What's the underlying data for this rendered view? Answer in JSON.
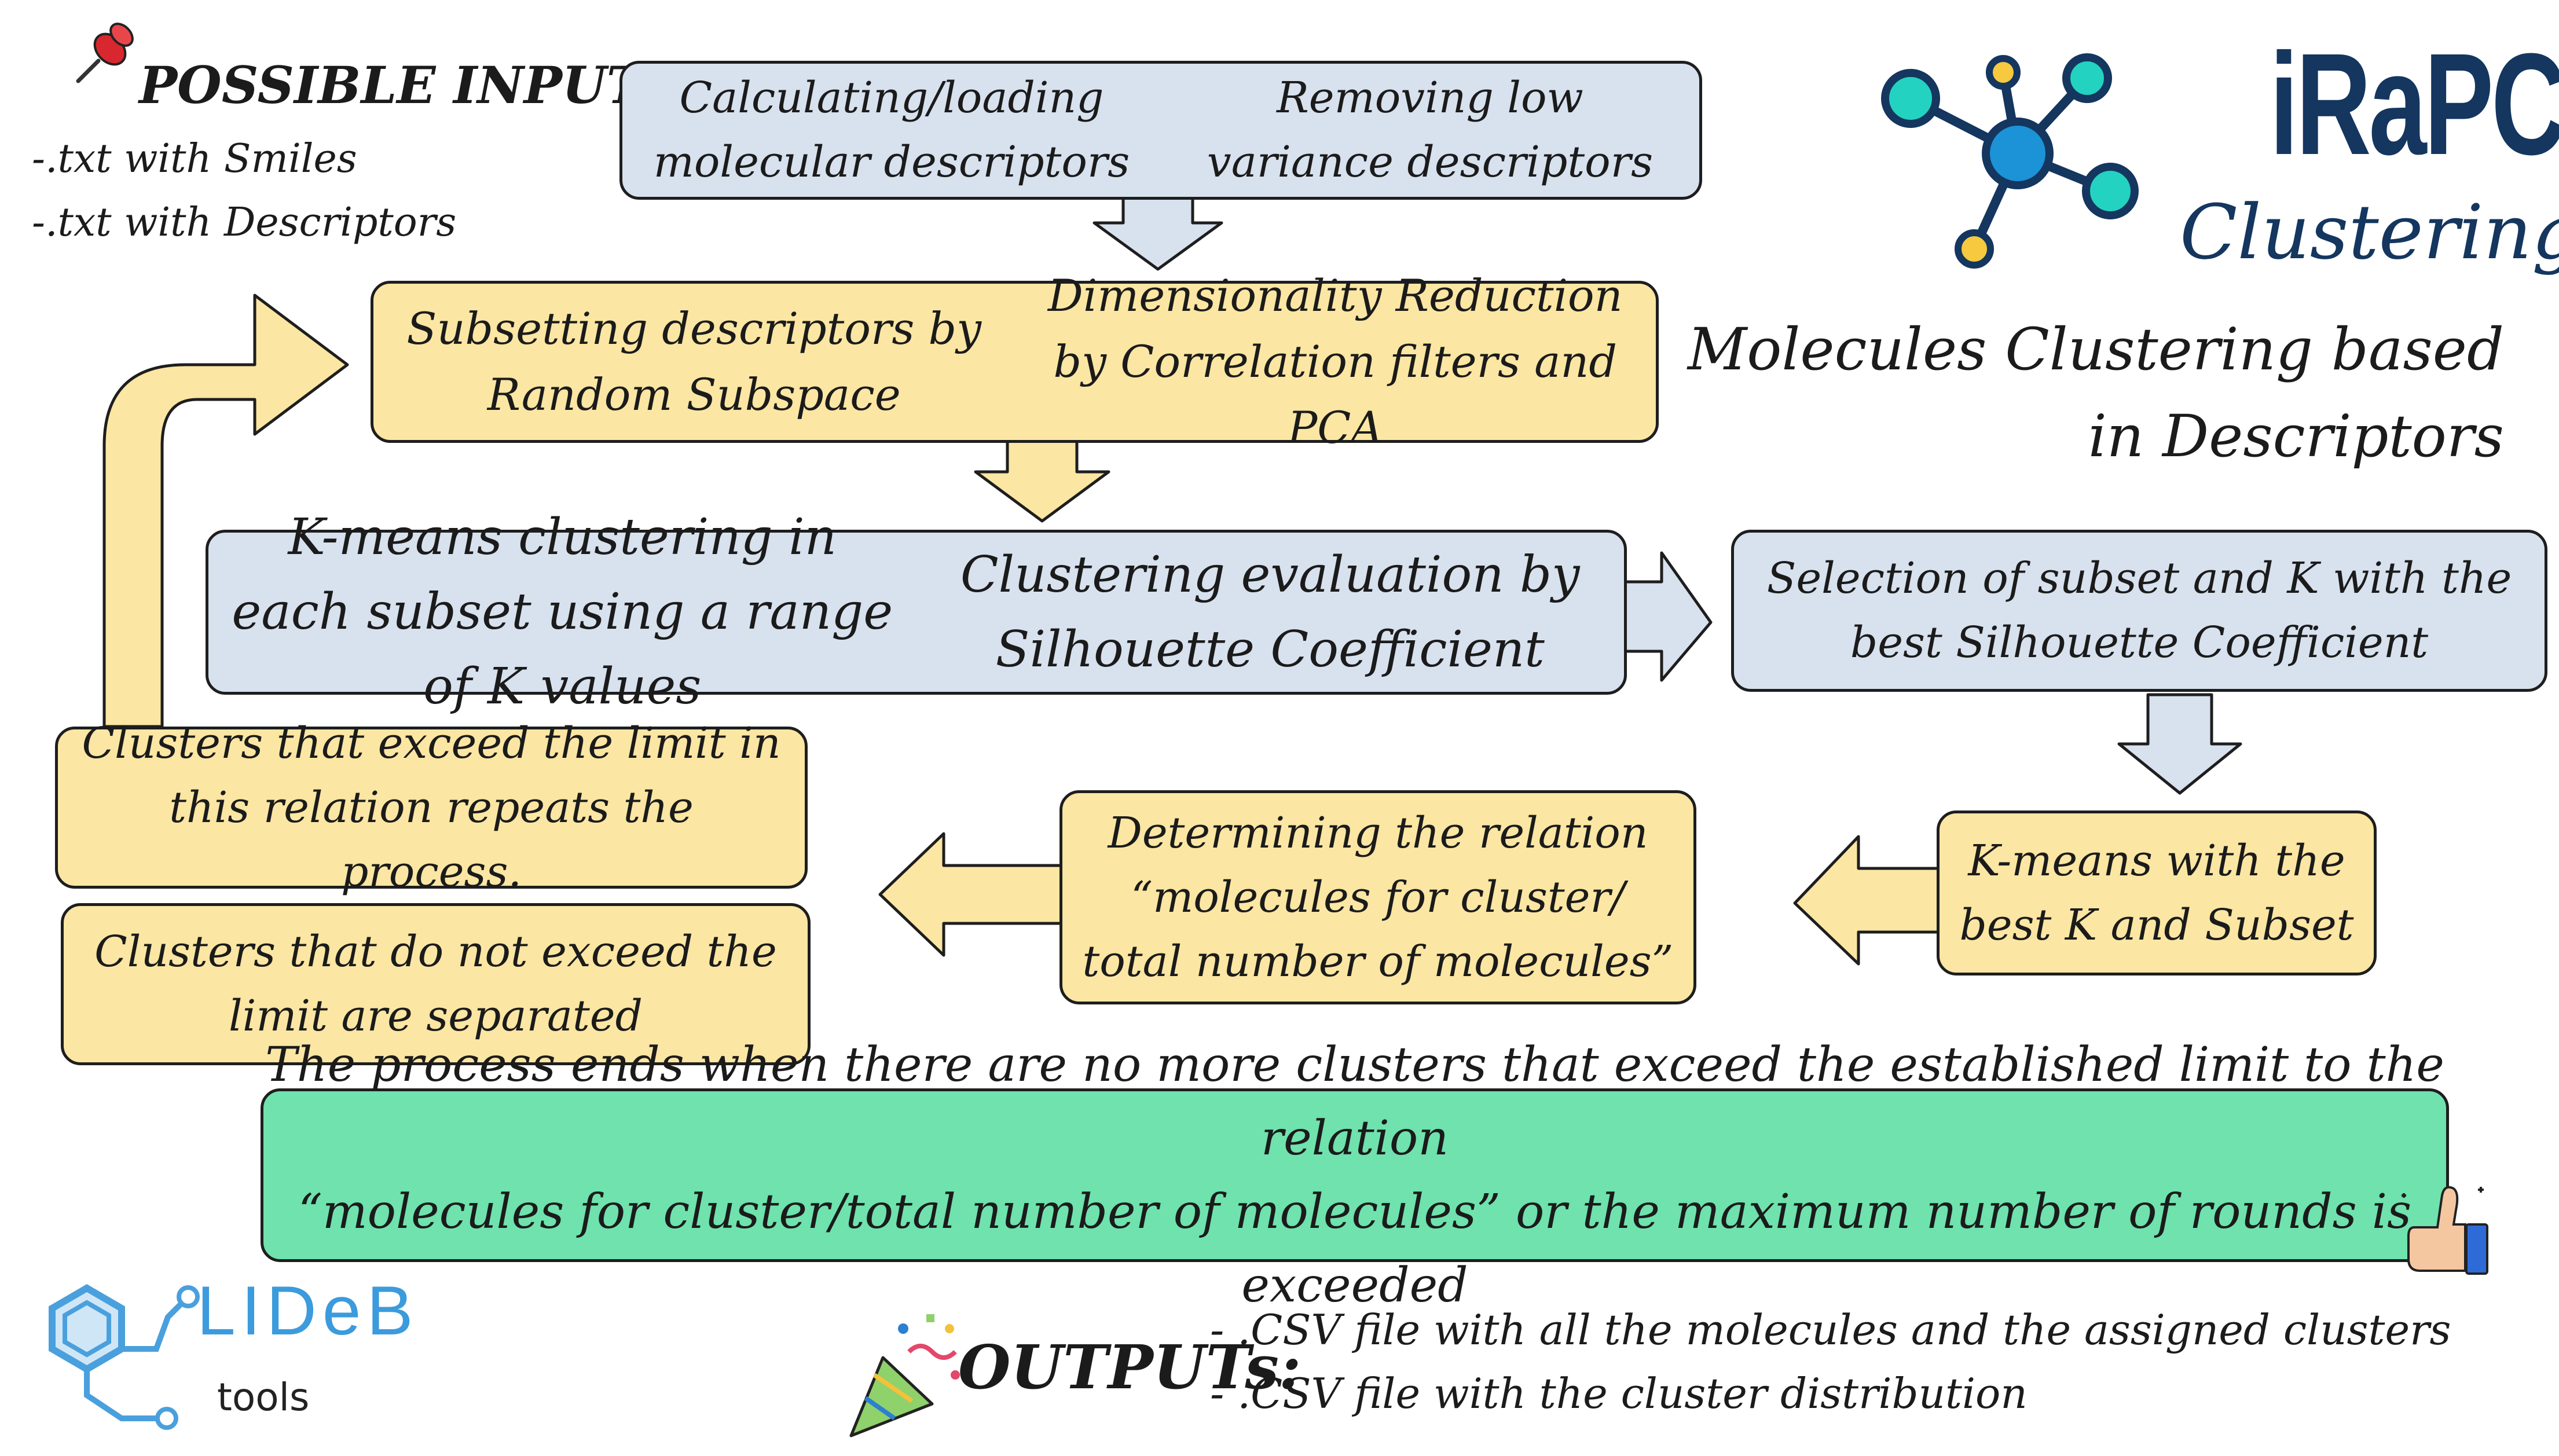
{
  "inputs": {
    "title": "POSSIBLE INPUTs:",
    "items": [
      "-.txt with Smiles",
      "-.txt with Descriptors"
    ]
  },
  "steps": {
    "calc_loading": "Calculating/loading molecular descriptors",
    "remove_low_variance": "Removing low variance descriptors",
    "subset_random": "Subsetting descriptors by Random Subspace",
    "dim_reduction": "Dimensionality Reduction by Correlation filters and PCA",
    "kmeans_range": "K-means clustering in each subset using a range of K values",
    "silhouette_eval": "Clustering evaluation by Silhouette Coefficient",
    "selection_best": "Selection of subset and K with the best Silhouette Coefficient",
    "kmeans_best": "K-means with the best K and Subset",
    "relation": "Determining the relation “molecules for cluster/ total number of molecules”",
    "exceed": "Clusters that exceed the limit in this relation repeats the process.",
    "not_exceed": "Clusters that do not exceed the limit are separated"
  },
  "end_note": {
    "line1": "The process ends when there are no more clusters that exceed the established limit to the relation",
    "line2": "“molecules for cluster/total number of molecules” or the maximum number of rounds is exceeded"
  },
  "brand": {
    "name": "iRaPCA",
    "subtitle": "Clustering",
    "tagline_1": "Molecules Clustering based",
    "tagline_2": "in Descriptors"
  },
  "lideb": {
    "name": "LIDeB",
    "sub": "tools"
  },
  "outputs": {
    "title": "OUTPUTs:",
    "items": [
      "- .CSV file with all the molecules and the assigned clusters",
      "- .CSV file with the cluster distribution"
    ]
  },
  "colors": {
    "blue_box": "#d8e1ee",
    "yellow_box": "#fbe6a3",
    "green_box": "#6fe2ae",
    "brand_navy": "#14365f",
    "node_teal": "#23d2c0",
    "node_blue": "#1b93d6",
    "node_yellow": "#f6c93e",
    "pin_red": "#d8272e"
  },
  "icons": [
    "pushpin-icon",
    "molecule-network-icon",
    "thumbs-up-icon",
    "party-popper-icon",
    "lideb-hexagon-logo"
  ]
}
